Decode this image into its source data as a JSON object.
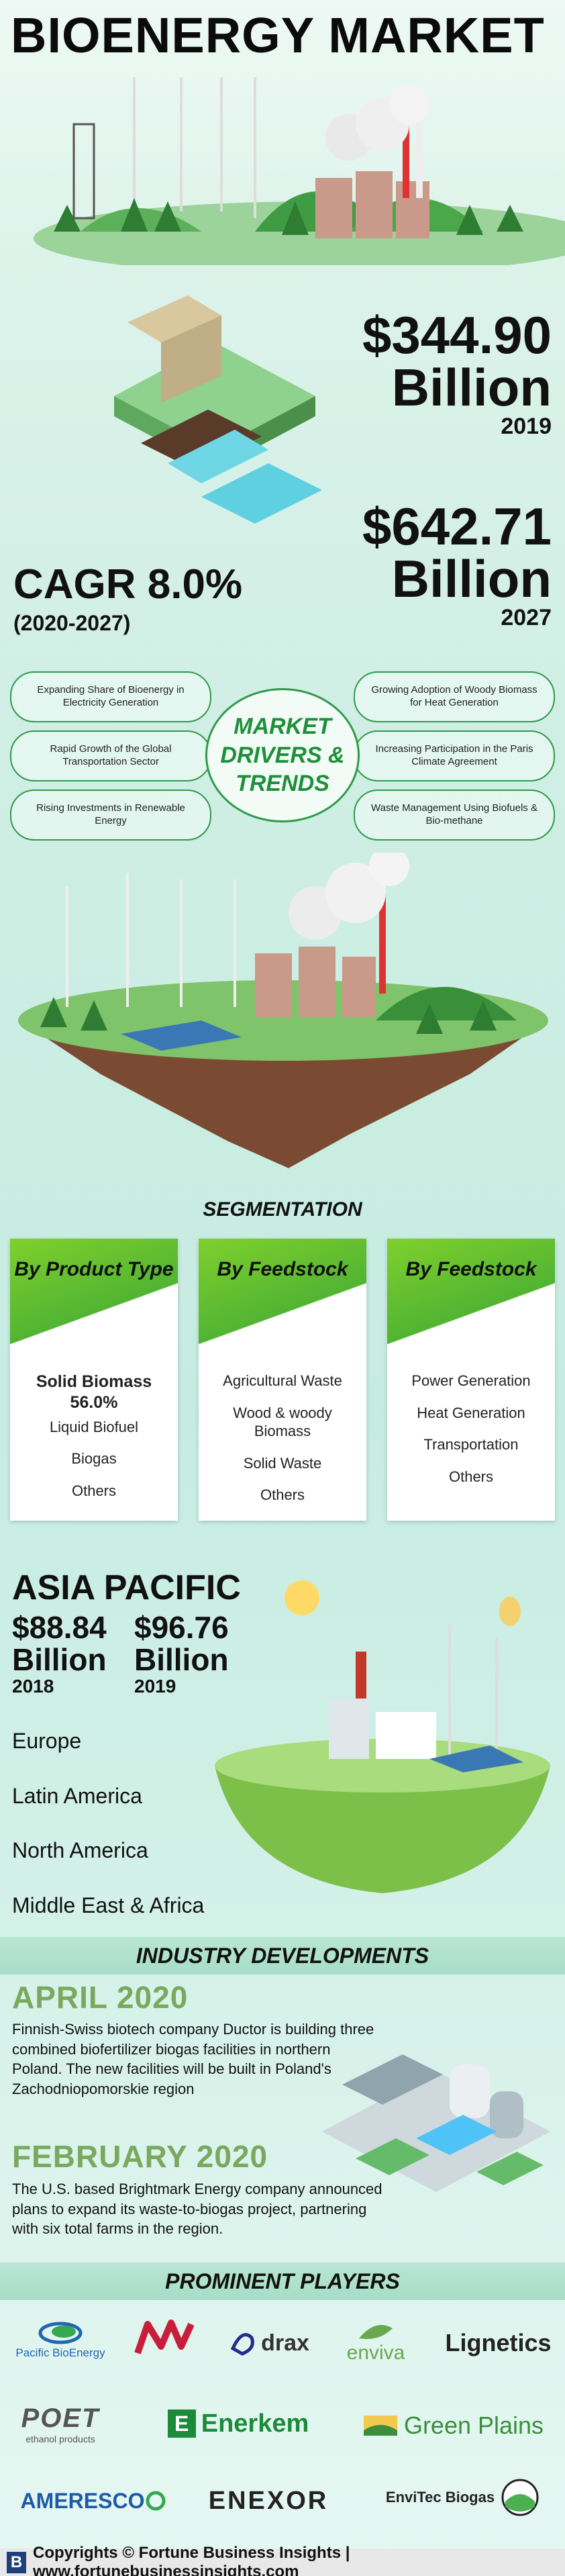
{
  "title": "BIOENERGY MARKET",
  "market_size_2019": {
    "value": "$344.90",
    "unit": "Billion",
    "year": "2019"
  },
  "market_size_2027": {
    "value": "$642.71",
    "unit": "Billion",
    "year": "2027"
  },
  "cagr": {
    "label": "CAGR 8.0%",
    "period": "(2020-2027)"
  },
  "drivers": {
    "hub": "MARKET DRIVERS & TRENDS",
    "left": [
      "Expanding Share of Bioenergy in Electricity Generation",
      "Rapid Growth of the Global Transportation Sector",
      "Rising Investments in Renewable Energy"
    ],
    "right": [
      "Growing Adoption of Woody Biomass for Heat Generation",
      "Increasing Participation in the Paris Climate Agreement",
      "Waste Management Using Biofuels & Bio-methane"
    ]
  },
  "segmentation": {
    "heading": "SEGMENTATION",
    "cards": [
      {
        "title": "By Product Type",
        "items": [
          "Solid Biomass 56.0%",
          "Liquid Biofuel",
          "Biogas",
          "Others"
        ]
      },
      {
        "title": "By Feedstock",
        "items": [
          "Agricultural Waste",
          "Wood & woody Biomass",
          "Solid Waste",
          "Others"
        ]
      },
      {
        "title": "By Feedstock",
        "items": [
          "Power Generation",
          "Heat Generation",
          "Transportation",
          "Others"
        ]
      }
    ]
  },
  "regional": {
    "title": "ASIA PACIFIC",
    "value_2018": "$88.84",
    "unit_2018": "Billion",
    "year_2018": "2018",
    "value_2019": "$96.76",
    "unit_2019": "Billion",
    "year_2019": "2019",
    "regions": [
      "Europe",
      "Latin America",
      "North America",
      "Middle East & Africa"
    ]
  },
  "developments": {
    "heading": "INDUSTRY DEVELOPMENTS",
    "items": [
      {
        "date": "APRIL 2020",
        "text": "Finnish-Swiss biotech company Ductor is building three combined biofertilizer biogas facilities in northern Poland. The new facilities will be built in Poland's Zachodniopomorskie region"
      },
      {
        "date": "FEBRUARY 2020",
        "text": "The U.S. based Brightmark Energy company announced plans to expand its waste-to-biogas project, partnering with six total farms in the region."
      }
    ]
  },
  "players": {
    "heading": "PROMINENT PLAYERS",
    "logos": [
      {
        "name": "Pacific BioEnergy",
        "color": "#1f67b3"
      },
      {
        "name": "",
        "color": "#c81e3c"
      },
      {
        "name": "drax",
        "color": "#333333"
      },
      {
        "name": "enviva",
        "color": "#6aa84f"
      },
      {
        "name": "Lignetics",
        "color": "#222222"
      },
      {
        "name": "POET",
        "subtitle": "ethanol products",
        "color": "#555555"
      },
      {
        "name": "Enerkem",
        "color": "#1b8a3a"
      },
      {
        "name": "Green Plains",
        "color": "#3c8e3c"
      },
      {
        "name": "AMERESCO",
        "color": "#1d5ba8"
      },
      {
        "name": "ENEXOR",
        "color": "#222222"
      },
      {
        "name": "EnviTec Biogas",
        "color": "#222222"
      }
    ]
  },
  "footer": {
    "text": "Copyrights © Fortune Business Insights | www.fortunebusinessinsights.com"
  }
}
